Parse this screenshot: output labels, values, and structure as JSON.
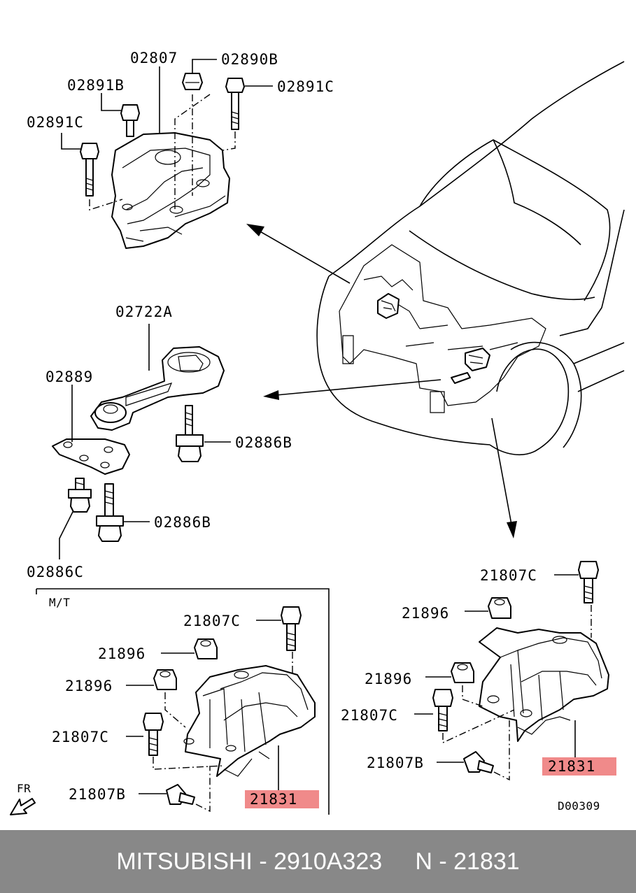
{
  "diagram": {
    "top_mount": {
      "labels": {
        "p02807": "02807",
        "p02890B": "02890B",
        "p02891B": "02891B",
        "p02891C_right": "02891C",
        "p02891C_left": "02891C"
      }
    },
    "rear_mount": {
      "labels": {
        "p02722A": "02722A",
        "p02889": "02889",
        "p02886B_upper": "02886B",
        "p02886B_lower": "02886B",
        "p02886C": "02886C"
      }
    },
    "mt_box": {
      "title": "M/T",
      "labels": {
        "p21807C_top": "21807C",
        "p21896_a": "21896",
        "p21896_b": "21896",
        "p21807C_mid": "21807C",
        "p21807B": "21807B",
        "p21831": "21831"
      }
    },
    "right_mount": {
      "labels": {
        "p21807C_top": "21807C",
        "p21896_a": "21896",
        "p21896_b": "21896",
        "p21807C_mid": "21807C",
        "p21807B": "21807B",
        "p21831": "21831"
      }
    },
    "fr_label": "FR",
    "diagram_code": "D00309",
    "highlight_color": "#f08a8a"
  },
  "footer": {
    "text": "MITSUBISHI - 2910A323     N - 21831",
    "background": "#888888"
  }
}
